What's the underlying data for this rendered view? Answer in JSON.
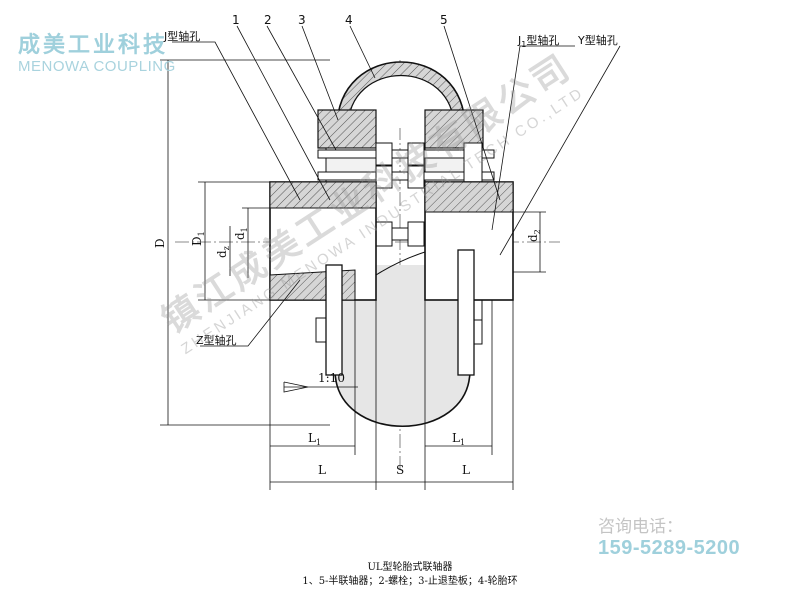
{
  "brand": {
    "name_cn": "成美工业科技",
    "name_en": "MENOWA COUPLING"
  },
  "watermark": {
    "line_cn": "镇江成美工业科技有限公司",
    "line_en": "ZHENJIANG MENOWA INDUSTRIAL TECH CO.,LTD"
  },
  "callouts": {
    "j_bore": "J型轴孔",
    "j1_bore_prefix": "J",
    "j1_bore_sub": "1",
    "j1_bore_suffix": "型轴孔",
    "y_bore": "Y型轴孔",
    "z_bore": "Z型轴孔",
    "part1": "1",
    "part2": "2",
    "part3": "3",
    "part4": "4",
    "part5": "5"
  },
  "dimensions": {
    "D": "D",
    "D1": "D",
    "D1_sub": "1",
    "d1": "d",
    "d1_sub": "1",
    "dz": "d",
    "dz_sub": "z",
    "d2": "d",
    "d2_sub": "2",
    "L1_left": "L",
    "L1_right": "L",
    "L1_sub": "1",
    "L_left": "L",
    "S": "S",
    "L_right": "L",
    "taper": "1:10"
  },
  "caption": {
    "title": "UL型轮胎式联轴器",
    "legend": "1、5-半联轴器；2-螺栓；3-止退垫板；4-轮胎环"
  },
  "contact": {
    "label": "咨询电话：",
    "phone": "159-5289-5200"
  }
}
